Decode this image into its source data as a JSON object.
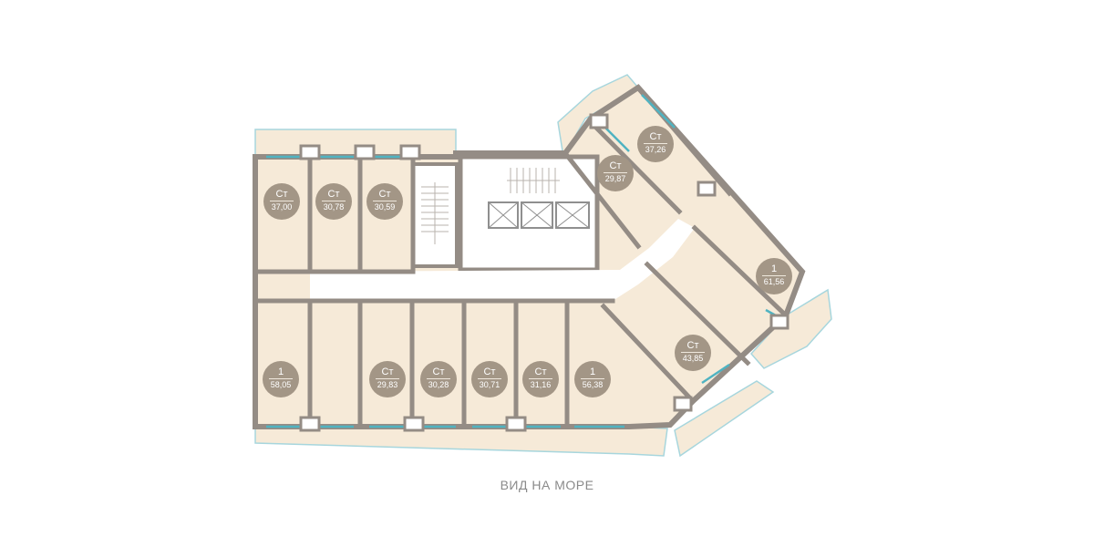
{
  "caption": "ВИД НА МОРЕ",
  "colors": {
    "floor": "#f6ead8",
    "wall": "#948c85",
    "core": "#ffffff",
    "shaft": "#8f8f8f",
    "badge": "#a39686",
    "badge_text": "#ffffff",
    "window": "#4fb3c1",
    "terrace_outline": "#a7d6dd",
    "caption": "#8a8a8a"
  },
  "apartments": [
    {
      "id": "apt-1",
      "type": "Ст",
      "area": "37,00"
    },
    {
      "id": "apt-2",
      "type": "Ст",
      "area": "30,78"
    },
    {
      "id": "apt-3",
      "type": "Ст",
      "area": "30,59"
    },
    {
      "id": "apt-4",
      "type": "Ст",
      "area": "29,87"
    },
    {
      "id": "apt-5",
      "type": "Ст",
      "area": "37,26"
    },
    {
      "id": "apt-6",
      "type": "1",
      "area": "61,56"
    },
    {
      "id": "apt-7",
      "type": "1",
      "area": "58,05"
    },
    {
      "id": "apt-8",
      "type": "Ст",
      "area": "29,83"
    },
    {
      "id": "apt-9",
      "type": "Ст",
      "area": "30,28"
    },
    {
      "id": "apt-10",
      "type": "Ст",
      "area": "30,71"
    },
    {
      "id": "apt-11",
      "type": "Ст",
      "area": "31,16"
    },
    {
      "id": "apt-12",
      "type": "1",
      "area": "56,38"
    },
    {
      "id": "apt-13",
      "type": "Ст",
      "area": "43,85"
    }
  ]
}
